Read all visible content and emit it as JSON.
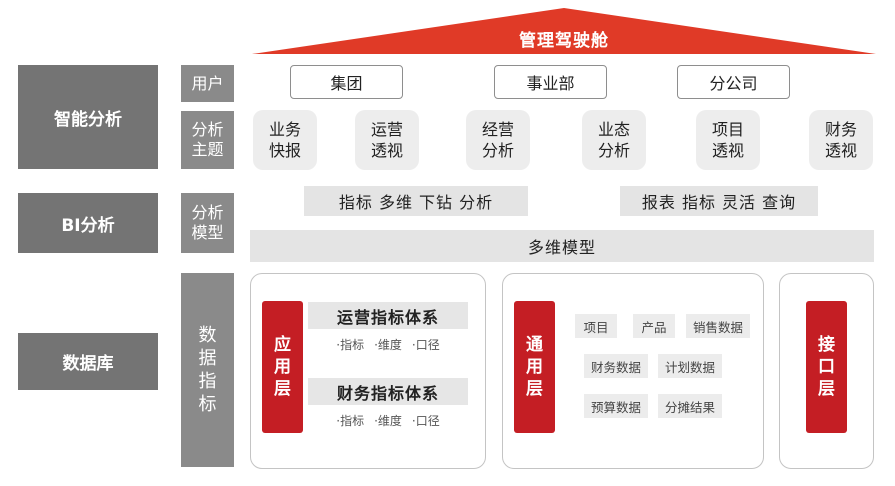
{
  "header": {
    "title": "管理驾驶舱",
    "accent_color": "#e03a27"
  },
  "sections": {
    "smart_analysis": "智能分析",
    "bi_analysis": "BI分析",
    "database": "数据库"
  },
  "row_labels": {
    "user": "用户",
    "theme": [
      "分析",
      "主题"
    ],
    "model": [
      "分析",
      "模型"
    ],
    "metric": [
      "数",
      "据",
      "指",
      "标"
    ]
  },
  "users": [
    "集团",
    "事业部",
    "分公司"
  ],
  "themes": [
    [
      "业务",
      "快报"
    ],
    [
      "运营",
      "透视"
    ],
    [
      "经营",
      "分析"
    ],
    [
      "业态",
      "分析"
    ],
    [
      "项目",
      "透视"
    ],
    [
      "财务",
      "透视"
    ]
  ],
  "models": {
    "drilldown": "指标 多维 下钻 分析",
    "report_query": "报表 指标 灵活 查询",
    "multidim": "多维模型"
  },
  "app_layer": {
    "label": [
      "应",
      "用",
      "层"
    ],
    "systems": [
      {
        "title": "运营指标体系",
        "items": [
          "·指标",
          "·维度",
          "·口径"
        ]
      },
      {
        "title": "财务指标体系",
        "items": [
          "·指标",
          "·维度",
          "·口径"
        ]
      }
    ]
  },
  "common_layer": {
    "label": [
      "通",
      "用",
      "层"
    ],
    "tags": [
      "项目",
      "产品",
      "销售数据",
      "财务数据",
      "计划数据",
      "预算数据",
      "分摊结果"
    ]
  },
  "interface_layer": {
    "label": [
      "接",
      "口",
      "层"
    ]
  },
  "colors": {
    "red": "#c41e24",
    "dark_grey": "#747474",
    "mid_grey": "#8a8a8a",
    "light_grey": "#e4e4e4"
  }
}
